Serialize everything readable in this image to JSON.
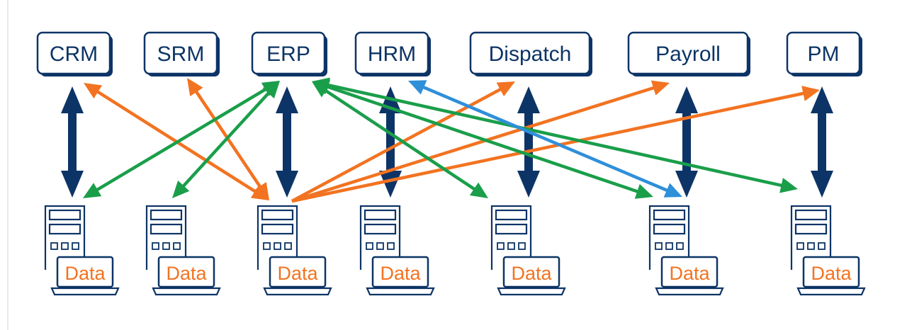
{
  "colors": {
    "navy": "#0d3466",
    "orange": "#f27321",
    "green": "#1a9e4a",
    "blue": "#2f8fd9"
  },
  "systems": [
    {
      "id": "crm",
      "label": "CRM"
    },
    {
      "id": "srm",
      "label": "SRM"
    },
    {
      "id": "erp",
      "label": "ERP"
    },
    {
      "id": "hrm",
      "label": "HRM"
    },
    {
      "id": "dispatch",
      "label": "Dispatch"
    },
    {
      "id": "payroll",
      "label": "Payroll"
    },
    {
      "id": "pm",
      "label": "PM"
    }
  ],
  "data_stores": [
    {
      "label": "Data",
      "icon": "server-laptop-icon"
    },
    {
      "label": "Data",
      "icon": "server-laptop-icon"
    },
    {
      "label": "Data",
      "icon": "server-laptop-icon"
    },
    {
      "label": "Data",
      "icon": "server-laptop-icon"
    },
    {
      "label": "Data",
      "icon": "server-laptop-icon"
    },
    {
      "label": "Data",
      "icon": "server-laptop-icon"
    },
    {
      "label": "Data",
      "icon": "server-laptop-icon"
    }
  ],
  "connections": [
    {
      "kind": "direct",
      "color": "navy",
      "system": "crm",
      "store": 0
    },
    {
      "kind": "direct",
      "color": "navy",
      "system": "erp",
      "store": 2
    },
    {
      "kind": "direct",
      "color": "navy",
      "system": "hrm",
      "store": 3
    },
    {
      "kind": "direct",
      "color": "navy",
      "system": "dispatch",
      "store": 4
    },
    {
      "kind": "direct",
      "color": "navy",
      "system": "payroll",
      "store": 5
    },
    {
      "kind": "direct",
      "color": "navy",
      "system": "pm",
      "store": 6
    },
    {
      "kind": "cross",
      "color": "orange",
      "from_store": 2,
      "to_system": "crm"
    },
    {
      "kind": "cross",
      "color": "orange",
      "from_store": 2,
      "to_system": "srm"
    },
    {
      "kind": "cross",
      "color": "orange",
      "from_store": 2,
      "to_system": "dispatch"
    },
    {
      "kind": "cross",
      "color": "orange",
      "from_store": 2,
      "to_system": "payroll"
    },
    {
      "kind": "cross",
      "color": "orange",
      "from_store": 2,
      "to_system": "pm"
    },
    {
      "kind": "cross",
      "color": "green",
      "from_system": "erp",
      "to_store": 0
    },
    {
      "kind": "cross",
      "color": "green",
      "from_system": "erp",
      "to_store": 1
    },
    {
      "kind": "cross",
      "color": "green",
      "from_system": "erp",
      "to_store": 4
    },
    {
      "kind": "cross",
      "color": "green",
      "from_system": "erp",
      "to_store": 5
    },
    {
      "kind": "cross",
      "color": "green",
      "from_system": "erp",
      "to_store": 6
    },
    {
      "kind": "cross",
      "color": "blue",
      "from_system": "hrm",
      "to_store": 5
    }
  ]
}
